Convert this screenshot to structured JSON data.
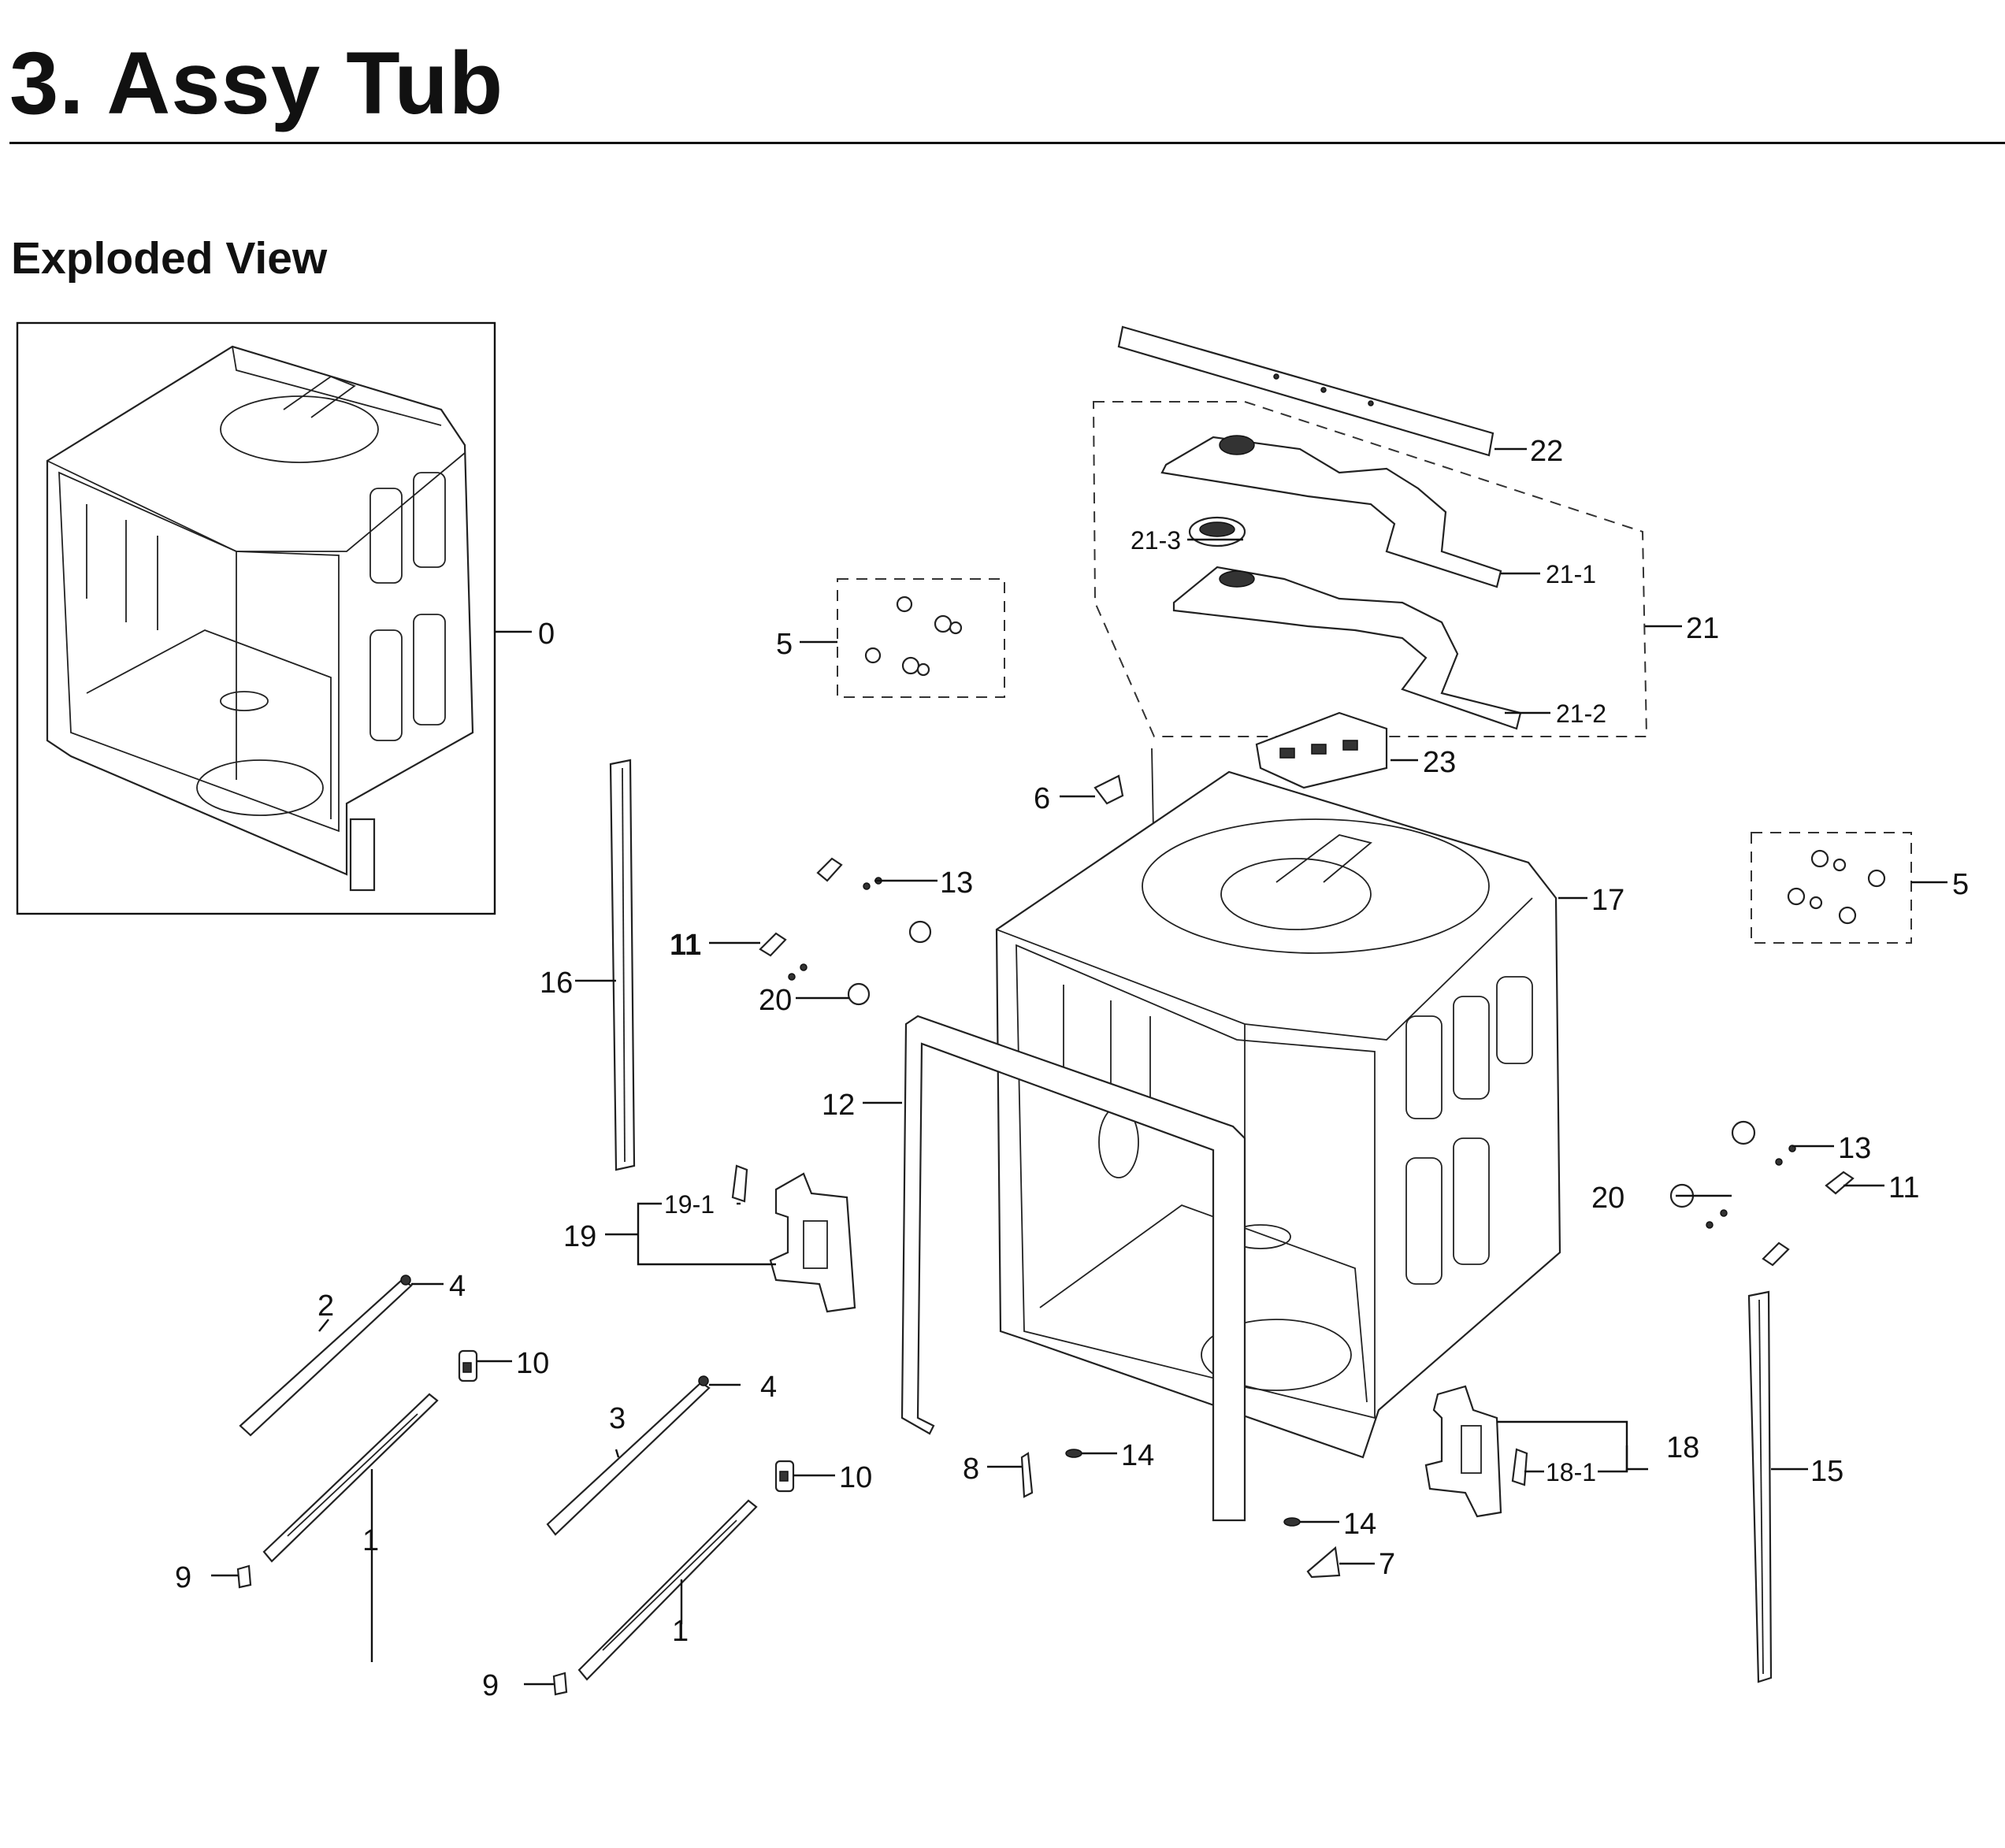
{
  "header": {
    "title": "3.  Assy Tub",
    "subtitle": "Exploded View"
  },
  "callouts": {
    "c0": "0",
    "c1a": "1",
    "c1b": "1",
    "c2": "2",
    "c3": "3",
    "c4a": "4",
    "c4b": "4",
    "c5a": "5",
    "c5b": "5",
    "c6": "6",
    "c7": "7",
    "c8": "8",
    "c9a": "9",
    "c9b": "9",
    "c10a": "10",
    "c10b": "10",
    "c11a": "11",
    "c11b": "11",
    "c12": "12",
    "c13a": "13",
    "c13b": "13",
    "c14a": "14",
    "c14b": "14",
    "c15": "15",
    "c16": "16",
    "c17": "17",
    "c18": "18",
    "c18_1": "18-1",
    "c19": "19",
    "c19_1": "19-1",
    "c20a": "20",
    "c20b": "20",
    "c21": "21",
    "c21_1": "21-1",
    "c21_2": "21-2",
    "c21_3": "21-3",
    "c22": "22",
    "c23": "23"
  }
}
